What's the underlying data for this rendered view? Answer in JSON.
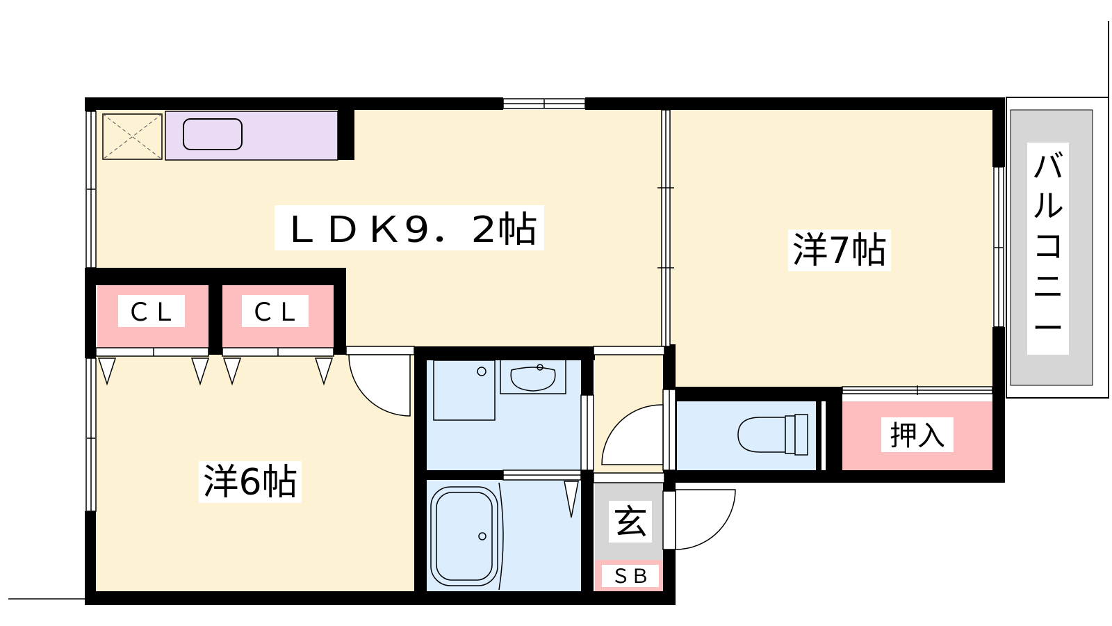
{
  "floor_plan": {
    "rooms": {
      "ldk": {
        "label": "ＬＤＫ9．2帖"
      },
      "western_7": {
        "label": "洋7帖"
      },
      "western_6": {
        "label": "洋6帖"
      },
      "closet_1": {
        "label": "ＣＬ"
      },
      "closet_2": {
        "label": "ＣＬ"
      },
      "oshiire": {
        "label": "押入"
      },
      "entrance": {
        "label": "玄"
      },
      "shoe_box": {
        "label": "ＳＢ"
      },
      "balcony": {
        "label_chars": [
          "バ",
          "ル",
          "コ",
          "ニ",
          "ー"
        ]
      }
    }
  },
  "colors": {
    "room_fill": "#fdf2d3",
    "closet_fill": "#fdbec0",
    "wet_area_fill": "#dceefe",
    "kitchen_fill": "#eadcf4",
    "entrance_fill": "#d6d6d6",
    "balcony_fill": "#d6d6d6",
    "wall": "#000000"
  }
}
